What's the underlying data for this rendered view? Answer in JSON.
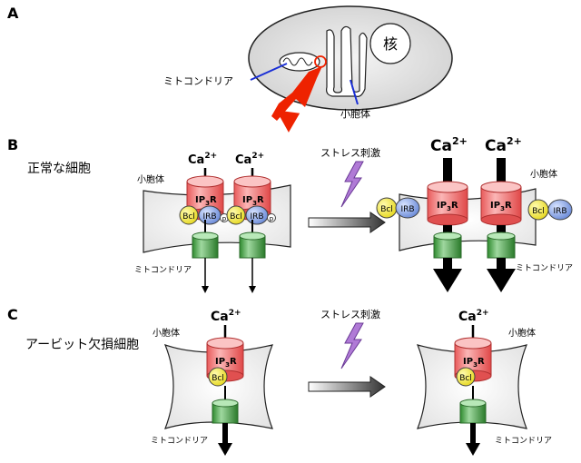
{
  "panel_a": {
    "label": "A",
    "nucleus": "核",
    "mitochondria_label": "ミトコンドリア",
    "er_label": "小胞体"
  },
  "panel_b": {
    "label": "B",
    "title": "正常な細胞",
    "er_label_left": "小胞体",
    "er_label_right": "小胞体",
    "mito_label_left": "ミトコンドリア",
    "mito_label_right": "ミトコンドリア",
    "stress_label": "ストレス刺激",
    "ca": "Ca",
    "ca_charge": "2+",
    "ip3r_ip": "IP",
    "ip3r_sub": "3",
    "ip3r_r": "R",
    "bcl": "Bcl",
    "irb": "IRB",
    "p": "p"
  },
  "panel_c": {
    "label": "C",
    "title": "アービット欠損細胞",
    "er_label_left": "小胞体",
    "er_label_right": "小胞体",
    "mito_label_left": "ミトコンドリア",
    "mito_label_right": "ミトコンドリア",
    "stress_label": "ストレス刺激",
    "ca": "Ca",
    "ca_charge": "2+",
    "ip3r_ip": "IP",
    "ip3r_sub": "3",
    "ip3r_r": "R",
    "bcl": "Bcl"
  },
  "colors": {
    "receptor": "#f27a7a",
    "receptor_top": "#f7b0b0",
    "mito": "#4aa84a",
    "bcl": "#f2e84a",
    "irb": "#7f9fe0",
    "er_fill": "#eeeeee",
    "red_arrow": "#ee2200",
    "label_line": "#1a2fd6",
    "lightning": "#b07ad6"
  }
}
